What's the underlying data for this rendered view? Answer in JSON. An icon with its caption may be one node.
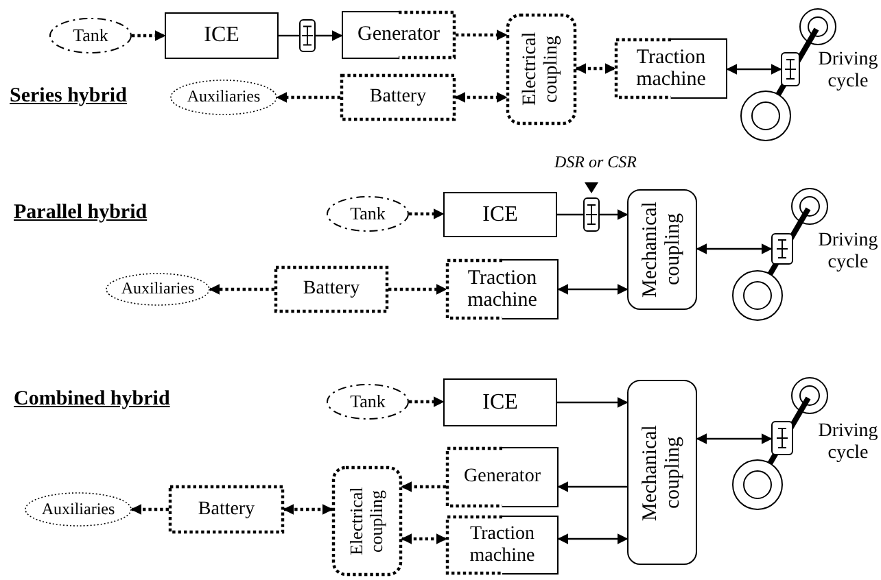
{
  "diagram": {
    "nodes": [
      {
        "text": [
          "Tank"
        ]
      },
      {
        "text": [
          "ICE"
        ]
      },
      {
        "text": [],
        "shape": "box"
      },
      {
        "text": [
          "Generator"
        ]
      },
      {
        "text": [
          "Auxiliaries"
        ]
      },
      {
        "text": [
          "Battery"
        ]
      },
      {
        "text": [
          "Electrical coupling"
        ]
      },
      {
        "text": [
          "Traction machine"
        ]
      },
      {
        "text": [],
        "shape": "box",
        "beside": [
          "Driving cycle"
        ]
      },
      {
        "text": [
          "Tank"
        ]
      },
      {
        "text": [
          "ICE"
        ]
      },
      {
        "text": [],
        "shape": "box",
        "beside": [
          "DSR or CSR"
        ]
      },
      {
        "text": [
          "Mechanical coupling"
        ]
      },
      {
        "text": [
          "Auxiliaries"
        ]
      },
      {
        "text": [
          "Battery"
        ]
      },
      {
        "text": [
          "Traction machine"
        ]
      },
      {
        "text": [],
        "shape": "box",
        "beside": [
          "Driving cycle"
        ]
      },
      {
        "text": [
          "Tank"
        ]
      },
      {
        "text": [
          "ICE"
        ]
      },
      {
        "text": [
          "Mechanical coupling"
        ]
      },
      {
        "text": [
          "Generator"
        ]
      },
      {
        "text": [
          "Electrical coupling"
        ]
      },
      {
        "text": [
          "Auxiliaries"
        ]
      },
      {
        "text": [
          "Battery"
        ]
      },
      {
        "text": [
          "Traction machine"
        ]
      },
      {
        "text": [],
        "shape": "box",
        "beside": [
          "Driving cycle"
        ]
      }
    ],
    "edges": [
      {
        "from": 0,
        "to": 1,
        "arrow": "to",
        "style": "dashed"
      },
      {
        "from": 1,
        "to": 2,
        "arrow": "none"
      },
      {
        "from": 2,
        "to": 3,
        "arrow": "to"
      },
      {
        "from": 3,
        "to": 6,
        "arrow": "to",
        "style": "dashed"
      },
      {
        "from": 5,
        "to": 6,
        "arrow": "both",
        "style": "dashed"
      },
      {
        "from": 5,
        "to": 4,
        "arrow": "to",
        "style": "dashed"
      },
      {
        "from": 6,
        "to": 7,
        "arrow": "both",
        "style": "dashed"
      },
      {
        "from": 7,
        "to": 8,
        "arrow": "both"
      },
      {
        "from": 9,
        "to": 10,
        "arrow": "to",
        "style": "dashed"
      },
      {
        "from": 10,
        "to": 11,
        "arrow": "none"
      },
      {
        "from": 11,
        "to": 12,
        "arrow": "to"
      },
      {
        "from": 14,
        "to": 13,
        "arrow": "to",
        "style": "dashed"
      },
      {
        "from": 14,
        "to": 15,
        "arrow": "to",
        "style": "dashed"
      },
      {
        "from": 15,
        "to": 12,
        "arrow": "both"
      },
      {
        "from": 12,
        "to": 16,
        "arrow": "both"
      },
      {
        "from": 17,
        "to": 18,
        "arrow": "to",
        "style": "dashed"
      },
      {
        "from": 18,
        "to": 19,
        "arrow": "to"
      },
      {
        "from": 19,
        "to": 20,
        "arrow": "to"
      },
      {
        "from": 20,
        "to": 21,
        "arrow": "to",
        "style": "dashed"
      },
      {
        "from": 21,
        "to": 23,
        "arrow": "both",
        "style": "dashed"
      },
      {
        "from": 23,
        "to": 22,
        "arrow": "to",
        "style": "dashed"
      },
      {
        "from": 21,
        "to": 24,
        "arrow": "both",
        "style": "dashed"
      },
      {
        "from": 24,
        "to": 19,
        "arrow": "both"
      },
      {
        "from": 19,
        "to": 25,
        "arrow": "both"
      }
    ],
    "labels": [
      "Series hybrid",
      "Parallel hybrid",
      "Combined hybrid"
    ]
  }
}
